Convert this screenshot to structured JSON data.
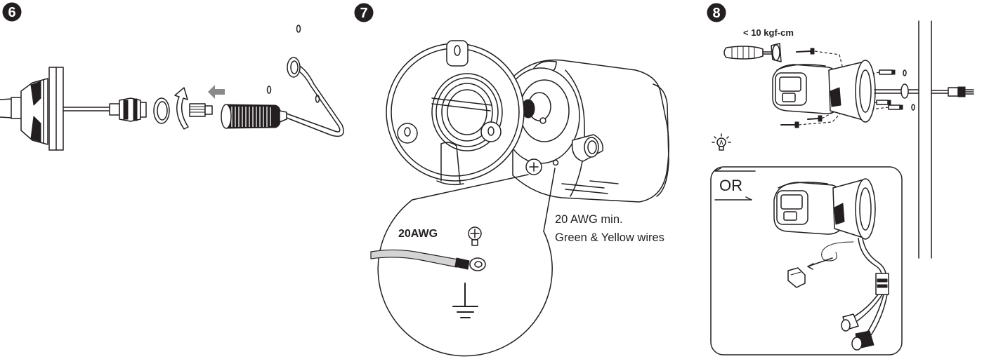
{
  "step6": {
    "number": "6"
  },
  "step7": {
    "number": "7",
    "wire_gauge_label": "20AWG",
    "wire_note": [
      "20 AWG min.",
      "Green & Yellow wires"
    ]
  },
  "step8": {
    "number": "8",
    "torque_label": "< 10 kgf-cm",
    "or_label": "OR"
  },
  "icons": {
    "tip": "lightbulb-icon",
    "ground": "ground-icon",
    "push_direction": "arrow-left-icon",
    "rotation": "rotate-arrow-icon"
  },
  "colors": {
    "line": "#231f20",
    "accent_arrow": "#8a8a8a",
    "background": "#ffffff"
  }
}
